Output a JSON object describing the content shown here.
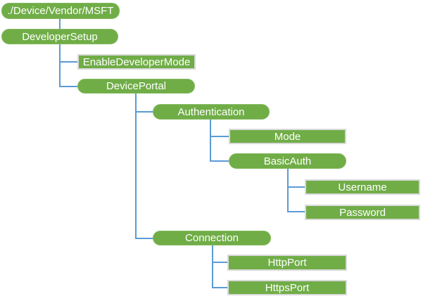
{
  "diagram": {
    "type": "tree",
    "description": "Configuration service provider tree diagram",
    "colors": {
      "node_fill": "#70AD47",
      "node_text": "#FFFFFF",
      "leaf_border": "#D9D9D9",
      "connector": "#5B9BD5",
      "background": "#FFFFFF"
    },
    "nodes": [
      {
        "id": "root",
        "label": "./Device/Vendor/MSFT",
        "shape": "rounded",
        "parent": null
      },
      {
        "id": "developer-setup",
        "label": "DeveloperSetup",
        "shape": "rounded",
        "parent": "./Device/Vendor/MSFT"
      },
      {
        "id": "enable-developer-mode",
        "label": "EnableDeveloperMode",
        "shape": "rect",
        "parent": "DeveloperSetup"
      },
      {
        "id": "device-portal",
        "label": "DevicePortal",
        "shape": "rounded",
        "parent": "DeveloperSetup"
      },
      {
        "id": "authentication",
        "label": "Authentication",
        "shape": "rounded",
        "parent": "DevicePortal"
      },
      {
        "id": "mode",
        "label": "Mode",
        "shape": "rect",
        "parent": "Authentication"
      },
      {
        "id": "basic-auth",
        "label": "BasicAuth",
        "shape": "rounded",
        "parent": "Authentication"
      },
      {
        "id": "username",
        "label": "Username",
        "shape": "rect",
        "parent": "BasicAuth"
      },
      {
        "id": "password",
        "label": "Password",
        "shape": "rect",
        "parent": "BasicAuth"
      },
      {
        "id": "connection",
        "label": "Connection",
        "shape": "rounded",
        "parent": "DevicePortal"
      },
      {
        "id": "http-port",
        "label": "HttpPort",
        "shape": "rect",
        "parent": "Connection"
      },
      {
        "id": "https-port",
        "label": "HttpsPort",
        "shape": "rect",
        "parent": "Connection"
      }
    ]
  }
}
